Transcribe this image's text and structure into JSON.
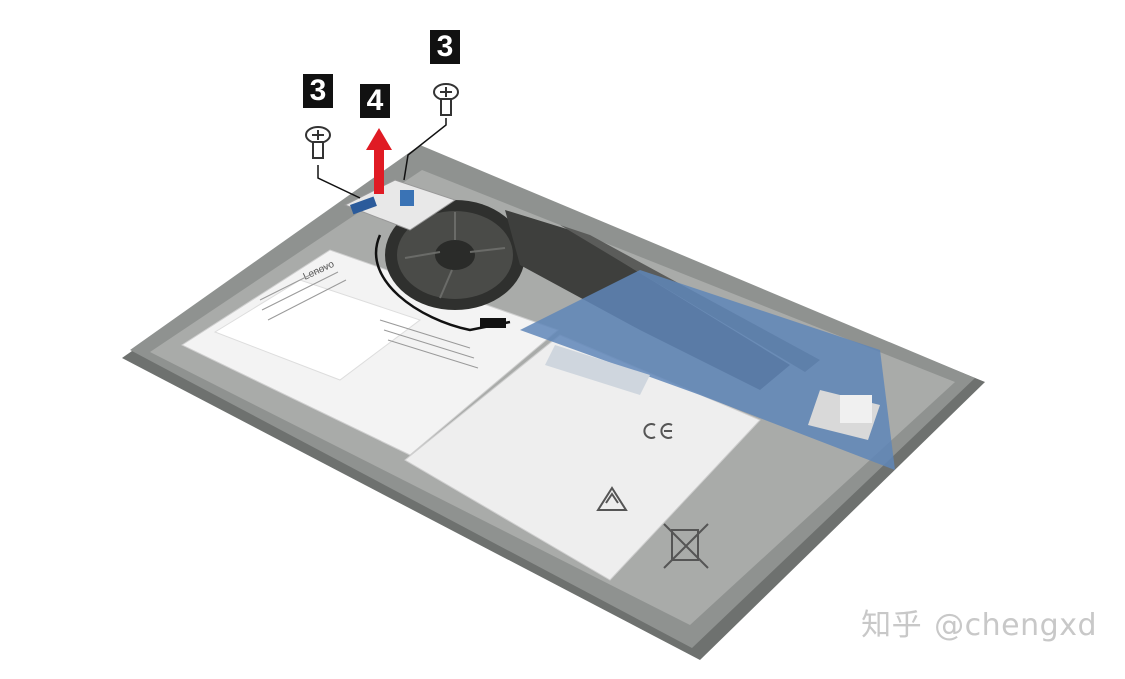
{
  "steps": {
    "screw_left_label": "3",
    "screw_right_label": "3",
    "lift_label": "4"
  },
  "battery_label": {
    "brand": "Lenovo"
  },
  "watermark": {
    "cjk": "知乎",
    "handle": "@chengxd"
  },
  "colors": {
    "chassis": "#8f9290",
    "chassis_edge": "#6e716f",
    "battery": "#f3f3f3",
    "board": "#5f86b8",
    "heatsink": "#3e3f3d",
    "arrow": "#e01b24",
    "badge": "#111111"
  },
  "icons": [
    "screw-icon",
    "lift-arrow-icon",
    "fan-icon",
    "recycle-icon",
    "crossed-bin-icon",
    "ce-mark-icon"
  ]
}
